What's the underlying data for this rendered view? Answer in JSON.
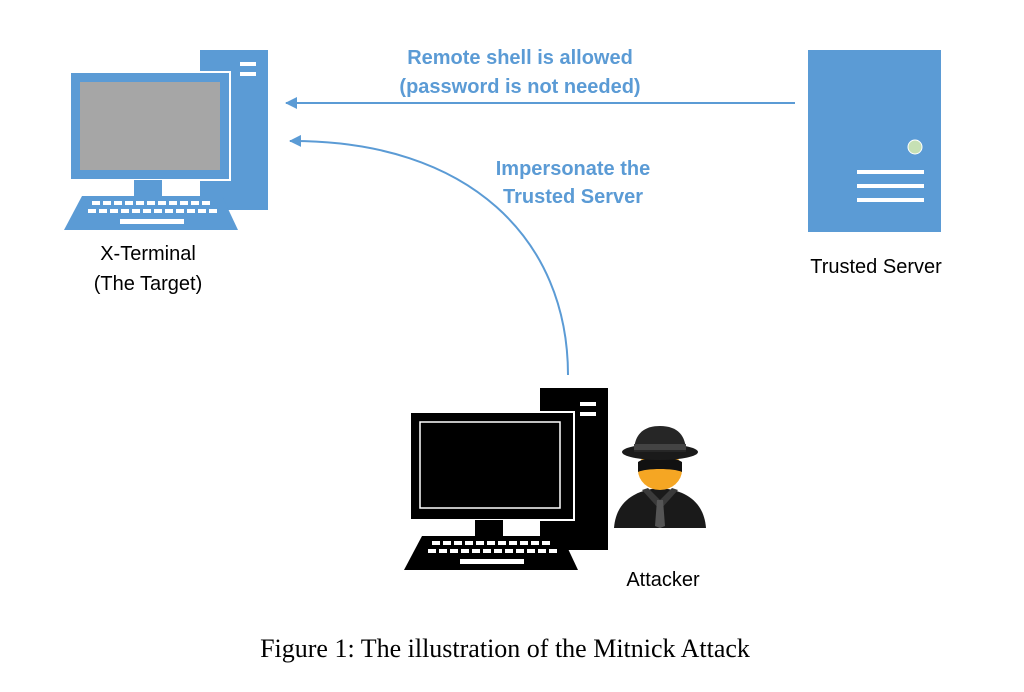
{
  "nodes": {
    "target": {
      "label_line1": "X-Terminal",
      "label_line2": "(The Target)",
      "icon": "desktop-computer-icon"
    },
    "trusted": {
      "label": "Trusted Server",
      "icon": "server-tower-icon"
    },
    "attacker": {
      "label": "Attacker",
      "icon": "desktop-computer-icon",
      "figure_icon": "spy-hat-icon"
    }
  },
  "edges": {
    "remote_shell": {
      "line1": "Remote shell is allowed",
      "line2": "(password is not needed)"
    },
    "impersonate": {
      "line1": "Impersonate the",
      "line2": "Trusted Server"
    }
  },
  "caption": "Figure 1: The illustration of the Mitnick Attack",
  "colors": {
    "blue_icon": "#5b9bd5",
    "arrow_text": "#5b9bd5",
    "attacker_icon": "#000000",
    "screen_gray": "#a6a6a6"
  }
}
